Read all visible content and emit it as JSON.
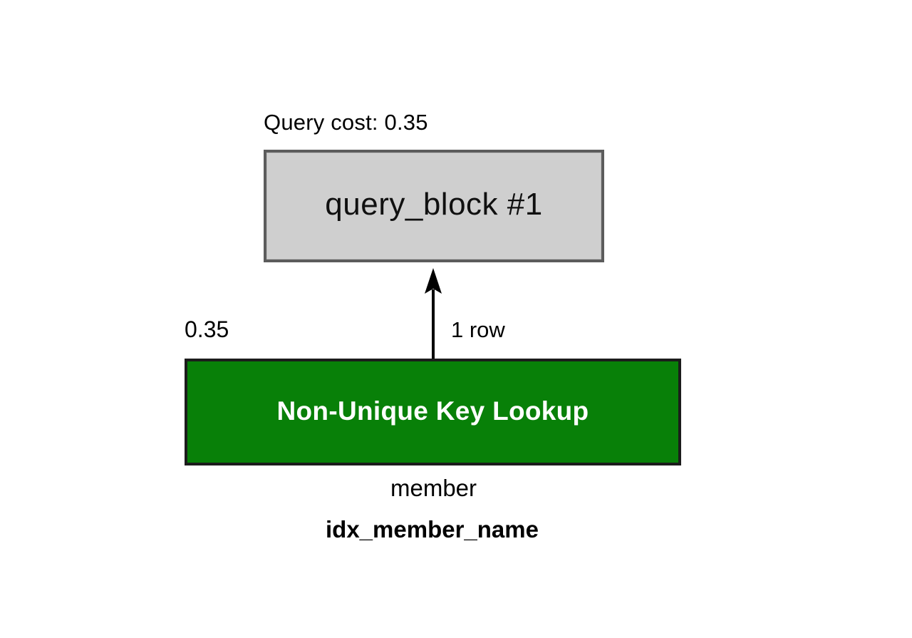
{
  "diagram": {
    "type": "mysql-visual-explain-plan",
    "background_color": "#ffffff",
    "query_cost_caption": "Query cost: 0.35",
    "root_node": {
      "label": "query_block #1",
      "fill_color": "#cfcfcf",
      "border_color": "#5c5c5c"
    },
    "edge": {
      "cost_label": "0.35",
      "rows_label": "1 row",
      "direction": "up",
      "color": "#000000"
    },
    "access_node": {
      "label": "Non-Unique Key Lookup",
      "fill_color": "#088008",
      "border_color": "#1c1c1c",
      "text_color": "#ffffff",
      "table_name": "member",
      "index_name": "idx_member_name"
    }
  }
}
